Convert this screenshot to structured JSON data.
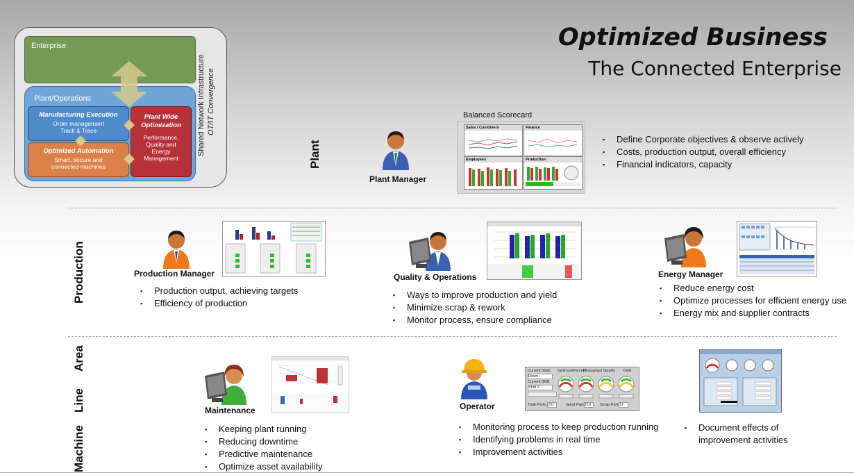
{
  "header": {
    "title": "Optimized Business",
    "subtitle": "The Connected Enterprise"
  },
  "architecture": {
    "enterprise": "Enterprise",
    "plant_ops": "Plant/Operations",
    "mfg_title": "Manufacturing Execution",
    "mfg_lines": [
      "Order management",
      "Track & Trace"
    ],
    "auto_title": "Optimized Automation",
    "auto_lines": [
      "Smart, secure and",
      "connected machines"
    ],
    "pwo_title": [
      "Plant Wide",
      "Optimization"
    ],
    "pwo_lines": [
      "Performance,",
      "Quality and",
      "Energy",
      "Management"
    ],
    "side_1": "Shared Network Infrastructure",
    "side_2": "OT/IT Convergence"
  },
  "levels": {
    "plant": "Plant",
    "production": "Production",
    "area": "Area",
    "line": "Line",
    "machine": "Machine"
  },
  "plant_manager": {
    "label": "Plant Manager",
    "scorecard_title": "Balanced Scorecard",
    "panels": [
      "Sales / Customers",
      "Finance",
      "Employees",
      "Production"
    ],
    "bullets": [
      "Define Corporate objectives & observe actively",
      "Costs, production output, overall efficiency",
      "Financial indicators, capacity"
    ]
  },
  "production_manager": {
    "label": "Production Manager",
    "bullets": [
      "Production output, achieving targets",
      "Efficiency of production"
    ]
  },
  "quality_operations": {
    "label": "Quality & Operations",
    "bullets": [
      "Ways to improve production and yield",
      "Minimize scrap & rework",
      "Monitor process, ensure compliance"
    ]
  },
  "energy_manager": {
    "label": "Energy Manager",
    "bullets": [
      "Reduce energy cost",
      "Optimize processes for efficient energy use",
      "Energy mix and supplier contracts"
    ]
  },
  "maintenance": {
    "label": "Maintenance",
    "bullets": [
      "Keeping plant running",
      "Reducing downtime",
      "Predictive maintenance",
      "Optimize asset availability"
    ]
  },
  "operator": {
    "label": "Operator",
    "panel": {
      "state_label": "Current State:",
      "state_value": "Down",
      "shift_label": "Current Shift:",
      "shift_value": "Shift 2",
      "gauges": [
        "OptimumPercent",
        "Throughput",
        "Quality",
        "OEE"
      ],
      "total_label": "Total Parts:",
      "total_value": "231",
      "good_label": "Good Parts:",
      "good_value": "219",
      "scrap_label": "Scrap Parts:",
      "scrap_value": "12"
    },
    "bullets": [
      "Monitoring process to keep production running",
      "Identifying problems in real time",
      "Improvement activities"
    ]
  },
  "improvement": {
    "bullets": [
      "Document effects of improvement activities"
    ]
  },
  "colors": {
    "enterprise": "#749a56",
    "plant_ops": "#6ea6d8",
    "mfg": "#4f8bcb",
    "automation": "#dc8148",
    "pwo": "#b63238"
  }
}
